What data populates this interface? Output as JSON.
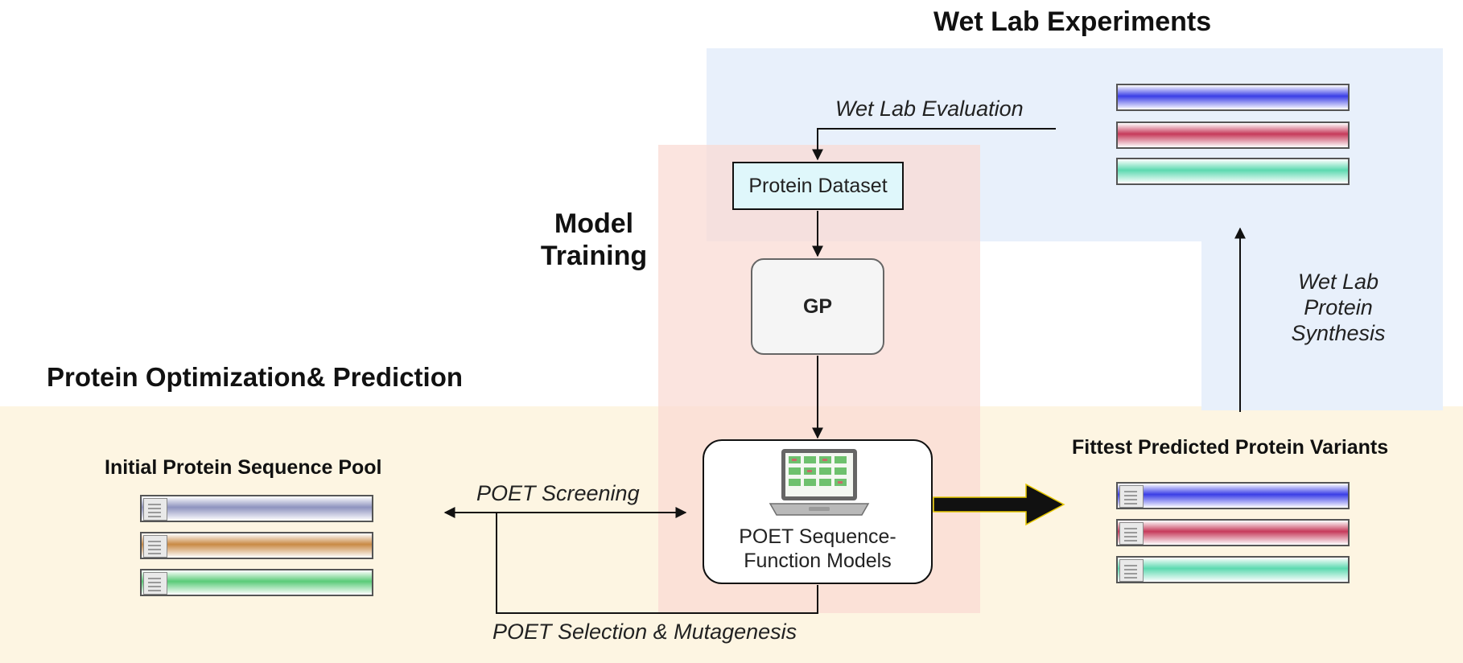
{
  "headings": {
    "wet_lab_experiments": "Wet Lab Experiments",
    "model_training_line1": "Model",
    "model_training_line2": "Training",
    "protein_optimization": "Protein Optimization& Prediction",
    "initial_pool": "Initial Protein Sequence Pool",
    "fittest_variants": "Fittest Predicted Protein Variants"
  },
  "nodes": {
    "protein_dataset": "Protein Dataset",
    "gp": "GP",
    "poet_models_line1": "POET Sequence-",
    "poet_models_line2": "Function Models"
  },
  "edge_labels": {
    "wet_lab_evaluation": "Wet Lab Evaluation",
    "poet_screening": "POET Screening",
    "poet_selection": "POET Selection & Mutagenesis",
    "synthesis_line1": "Wet Lab",
    "synthesis_line2": "Protein",
    "synthesis_line3": "Synthesis"
  },
  "colors": {
    "wet_lab_region": "#e8f0fb",
    "model_training_region": "#fbe1dc",
    "optimization_region": "#fdf5e2",
    "dataset_fill": "#dff7fb",
    "seq_blue": "#3a3ee6",
    "seq_red": "#c63a5a",
    "seq_teal": "#5cd9b0",
    "seq_slate": "#8e93bf",
    "seq_orange": "#c98a45",
    "seq_green": "#5acb78"
  }
}
